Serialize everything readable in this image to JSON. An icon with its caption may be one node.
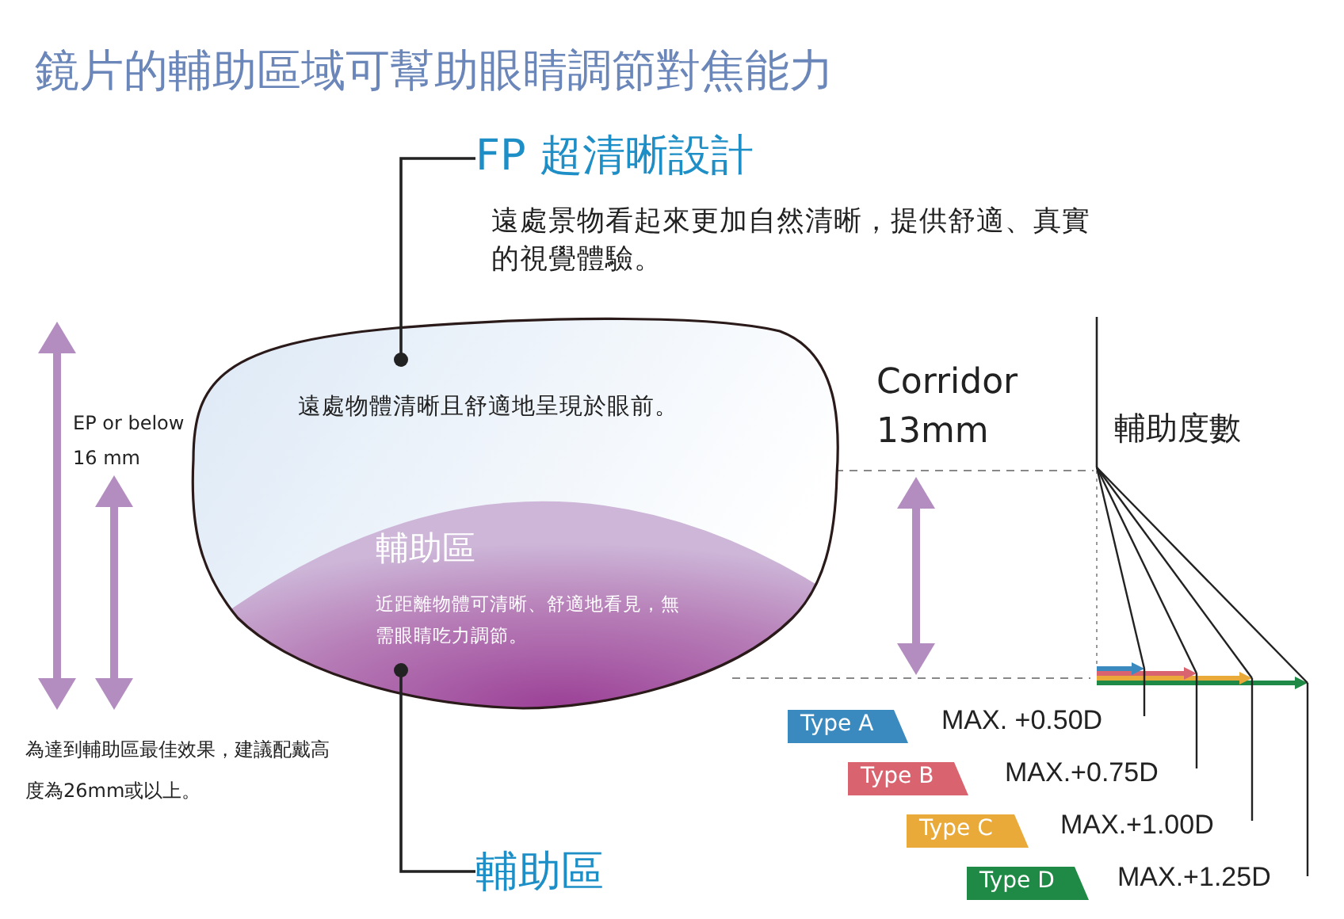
{
  "diagram": {
    "title": "鏡片的輔助區域可幫助眼睛調節對焦能力",
    "nodes": [
      {
        "text": [
          "FP 超清晰設計",
          "遠處景物看起來更加自然清晰，提供舒適、真實的視覺體驗。"
        ]
      },
      {
        "text": [
          "遠處物體清晰且舒適地呈現於眼前。"
        ]
      },
      {
        "text": [
          "輔助區",
          "近距離物體可清晰、舒適地看見，無需眼睛吃力調節。"
        ],
        "in": 1
      },
      {
        "text": [
          "Type A"
        ],
        "beside": [
          "MAX. +0.50D"
        ]
      },
      {
        "text": [
          "Type B"
        ],
        "beside": [
          "MAX.+0.75D"
        ]
      },
      {
        "text": [
          "Type C"
        ],
        "beside": [
          "MAX.+1.00D"
        ]
      },
      {
        "text": [
          "Type D"
        ],
        "beside": [
          "MAX.+1.25D"
        ]
      },
      {
        "text": [
          "輔助區"
        ]
      }
    ],
    "edges": [
      {
        "from": 0,
        "to": 1,
        "arrow": "other"
      },
      {
        "from": 7,
        "to": 2,
        "arrow": "other"
      }
    ],
    "labels": [
      "EP or below 16 mm",
      "Corridor 13mm",
      "輔助度數",
      "為達到輔助區最佳效果，建議配戴高度為26mm或以上。"
    ]
  }
}
